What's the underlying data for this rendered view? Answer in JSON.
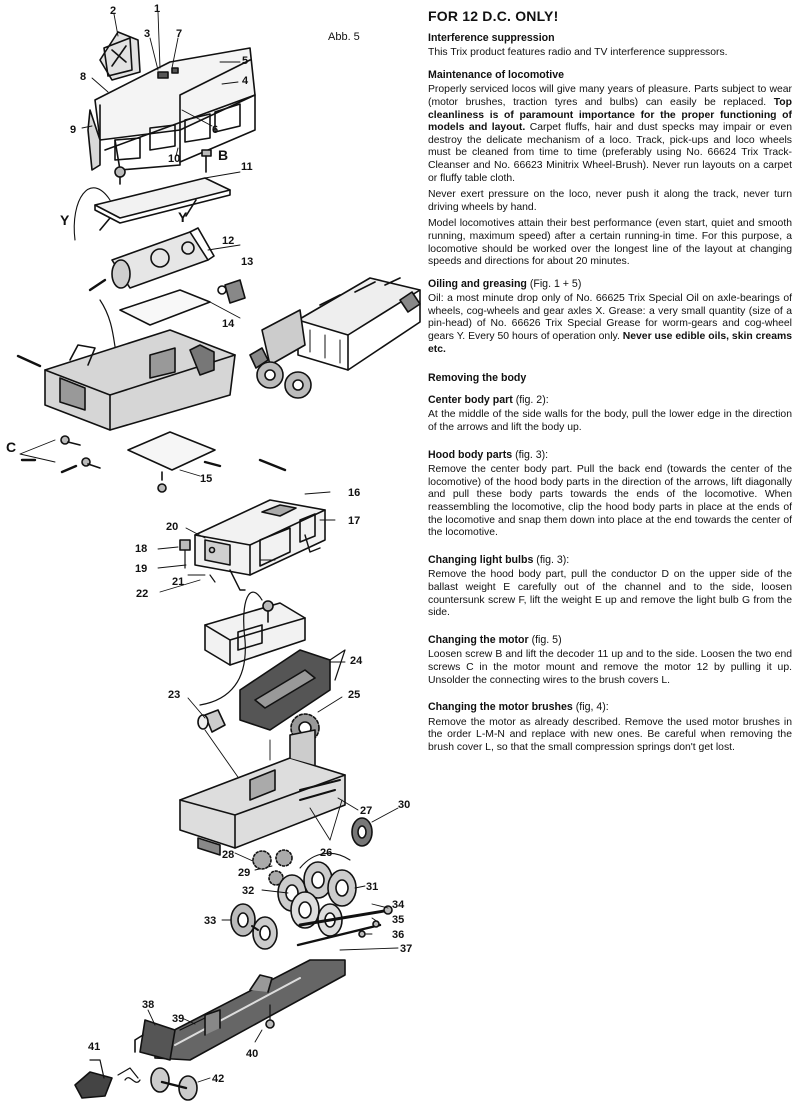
{
  "figure": {
    "title": "Abb. 5",
    "callouts": [
      "1",
      "2",
      "3",
      "4",
      "5",
      "6",
      "7",
      "8",
      "9",
      "10",
      "11",
      "12",
      "13",
      "14",
      "15",
      "16",
      "17",
      "18",
      "19",
      "20",
      "21",
      "22",
      "23",
      "24",
      "25",
      "26",
      "27",
      "28",
      "29",
      "30",
      "31",
      "32",
      "33",
      "34",
      "35",
      "36",
      "37",
      "38",
      "39",
      "40",
      "41",
      "42"
    ],
    "letters": {
      "B": "B",
      "Y": "Y",
      "C": "C"
    }
  },
  "doc": {
    "title": "FOR 12 D.C. ONLY!",
    "s1": {
      "h": "Interference suppression",
      "p": "This Trix product features radio and TV interference suppressors."
    },
    "s2": {
      "h": "Maintenance of locomotive",
      "p1a": "Properly serviced locos will give many years of pleasure. Parts subject to wear (motor brushes, traction tyres and bulbs) can easily be replaced. ",
      "p1b": "Top cleanliness is of paramount importance for the proper functioning of models and layout.",
      "p1c": " Carpet fluffs, hair and dust specks may impair or even destroy the delicate mechanism of a loco. Track, pick-ups and loco wheels must be cleaned from time to time (preferably using No. 66624 Trix Track-Cleanser and No. 66623 Minitrix Wheel-Brush). Never run layouts on a carpet or fluffy table cloth.",
      "p2": "Never exert pressure on the loco, never push it along the track, never turn driving wheels by hand.",
      "p3": "Model locomotives attain their best performance (even start, quiet and smooth running, maximum speed) after a certain running-in time. For this purpose, a locomotive should be worked over the longest line of the layout at changing speeds and directions for about 20 minutes."
    },
    "s3": {
      "h": "Oiling and greasing",
      "hsub": " (Fig. 1 + 5)",
      "pa": "Oil: a most minute drop only of No. 66625 Trix Special Oil on axle-bearings of wheels, cog-wheels and gear axles X. Grease: a very small quantity (size of a pin-head) of No. 66626 Trix Special Grease for worm-gears and cog-wheel gears Y. Every 50 hours of operation only. ",
      "pb": "Never use edible oils, skin creams etc."
    },
    "s4": {
      "h": "Removing the body"
    },
    "s5": {
      "h": "Center body part",
      "hsub": " (fig. 2):",
      "p": "At the middle of the side walls for the body, pull the lower edge in the direction of the arrows and lift the body up."
    },
    "s6": {
      "h": "Hood body parts",
      "hsub": " (fig. 3):",
      "p": "Remove the center body part. Pull the back end (towards the center of the locomotive) of the hood body parts in the direction of the arrows, lift diagonally and pull these body parts towards the ends of the locomotive. When reassembling the locomotive, clip the hood body parts in place at the ends of the locomotive and snap them down into place at the end towards the center of the locomotive."
    },
    "s7": {
      "h": "Changing light bulbs",
      "hsub": " (fig. 3):",
      "p": "Remove the hood body part, pull the conductor D on the upper side of the ballast weight E carefully out of the channel and to the side, loosen countersunk screw F, lift the weight E up and remove the light bulb G from the side."
    },
    "s8": {
      "h": "Changing the motor",
      "hsub": " (fig. 5)",
      "p": "Loosen screw B and lift the decoder 11 up and to the side. Loosen the two end screws C in the motor mount and remove the motor 12 by pulling it up. Unsolder the connecting wires to the brush covers L."
    },
    "s9": {
      "h": "Changing the motor brushes",
      "hsub": " (fig, 4):",
      "p": "Remove the motor as already described. Remove the used motor brushes in the order L-M-N and replace with new ones. Be careful when removing the brush cover L, so that the small compression springs don't get lost."
    }
  }
}
